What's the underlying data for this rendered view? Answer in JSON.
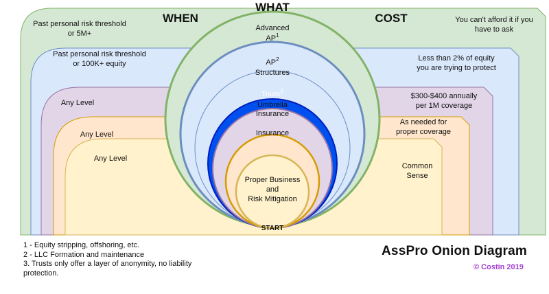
{
  "headers": {
    "when": "WHEN",
    "what": "WHAT",
    "cost": "COST"
  },
  "layers": [
    {
      "when": "Past personal risk threshold\nor 5M+",
      "what": "Advanced\nAP",
      "what_sup": "1",
      "cost": "You can't afford it if you\nhave to ask",
      "color": "#d5e8d4",
      "stroke": "#82b366"
    },
    {
      "when": "Past personal risk threshold\nor 100K+ equity",
      "what": "AP",
      "what_sup": "2",
      "what2": "Structures",
      "cost": "Less than 2% of equity\nyou are trying to protect",
      "color": "#dae8fc",
      "stroke": "#6c8ebf"
    },
    {
      "when": "Any Level",
      "what": "Trusts",
      "what_sup": "3",
      "cost": "$300-$400 annually\nper 1M coverage",
      "color": "#e1d5e7",
      "stroke": "#9673a6"
    },
    {
      "when": "Any Level",
      "what": "Umbrella\nInsurance",
      "cost": "As needed for\nproper coverage",
      "color": "#ffe6cc",
      "stroke": "#d79b00"
    },
    {
      "when": "Any Level",
      "what": "Insurance",
      "cost": "Common\nSense",
      "color": "#fff2cc",
      "stroke": "#d6b656"
    }
  ],
  "core": {
    "label": "Proper Business\nand\nRisk Mitigation",
    "start": "START"
  },
  "footnotes": [
    "1 - Equity stripping, offshoring, etc.",
    "2 - LLC Formation and maintenance",
    "3. Trusts only offer a layer of anonymity, no liability protection."
  ],
  "title": "AssPro Onion Diagram",
  "credit": "© Costin 2019",
  "colors": {
    "green_fill": "#d5e8d4",
    "green_stroke": "#82b366",
    "blue_fill": "#dae8fc",
    "blue_stroke": "#6c8ebf",
    "purple_fill": "#e1d5e7",
    "purple_stroke": "#9673a6",
    "orange_fill": "#ffe6cc",
    "orange_stroke": "#d79b00",
    "yellow_fill": "#fff2cc",
    "yellow_stroke": "#d6b656",
    "trusts_blue": "#0050ef",
    "credit_purple": "#a43fd0"
  }
}
